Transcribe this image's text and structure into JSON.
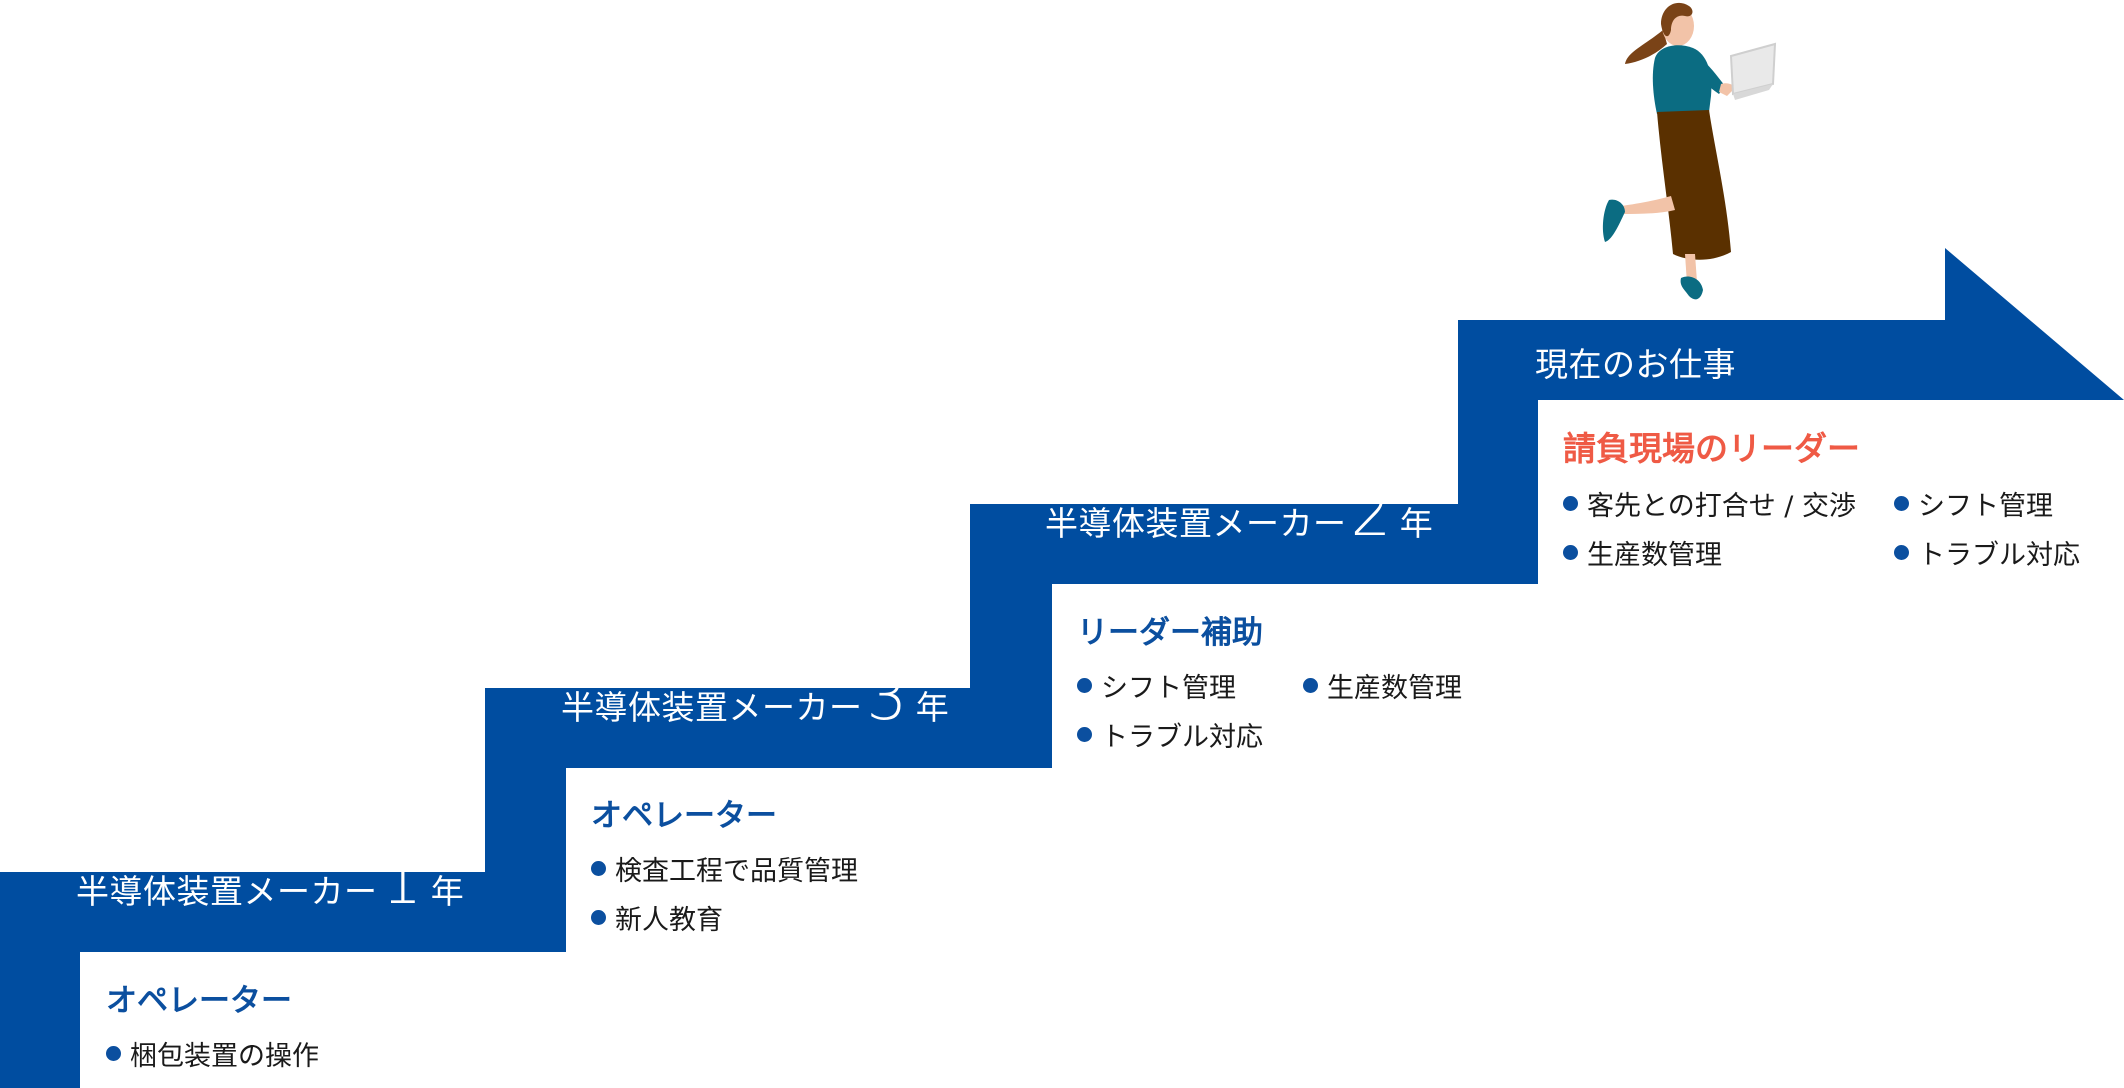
{
  "colors": {
    "stair_blue": "#004da0",
    "role_blue": "#0b4f9f",
    "current_role": "#ef5a45"
  },
  "steps": [
    {
      "prefix": "半導体装置メーカー",
      "years": "1",
      "suffix": "年",
      "role": "オペレーター",
      "bullets": [
        "梱包装置の操作"
      ]
    },
    {
      "prefix": "半導体装置メーカー",
      "years": "3",
      "suffix": "年",
      "role": "オペレーター",
      "bullets": [
        "検査工程で品質管理",
        "新人教育"
      ]
    },
    {
      "prefix": "半導体装置メーカー",
      "years": "2",
      "suffix": "年",
      "role": "リーダー補助",
      "bullets": [
        "シフト管理",
        "生産数管理",
        "トラブル対応"
      ]
    }
  ],
  "current": {
    "label": "現在のお仕事",
    "role": "請負現場のリーダー",
    "bullets": [
      "客先との打合せ / 交渉",
      "シフト管理",
      "生産数管理",
      "トラブル対応"
    ]
  },
  "illustration": {
    "icon": "woman-with-laptop-icon"
  }
}
